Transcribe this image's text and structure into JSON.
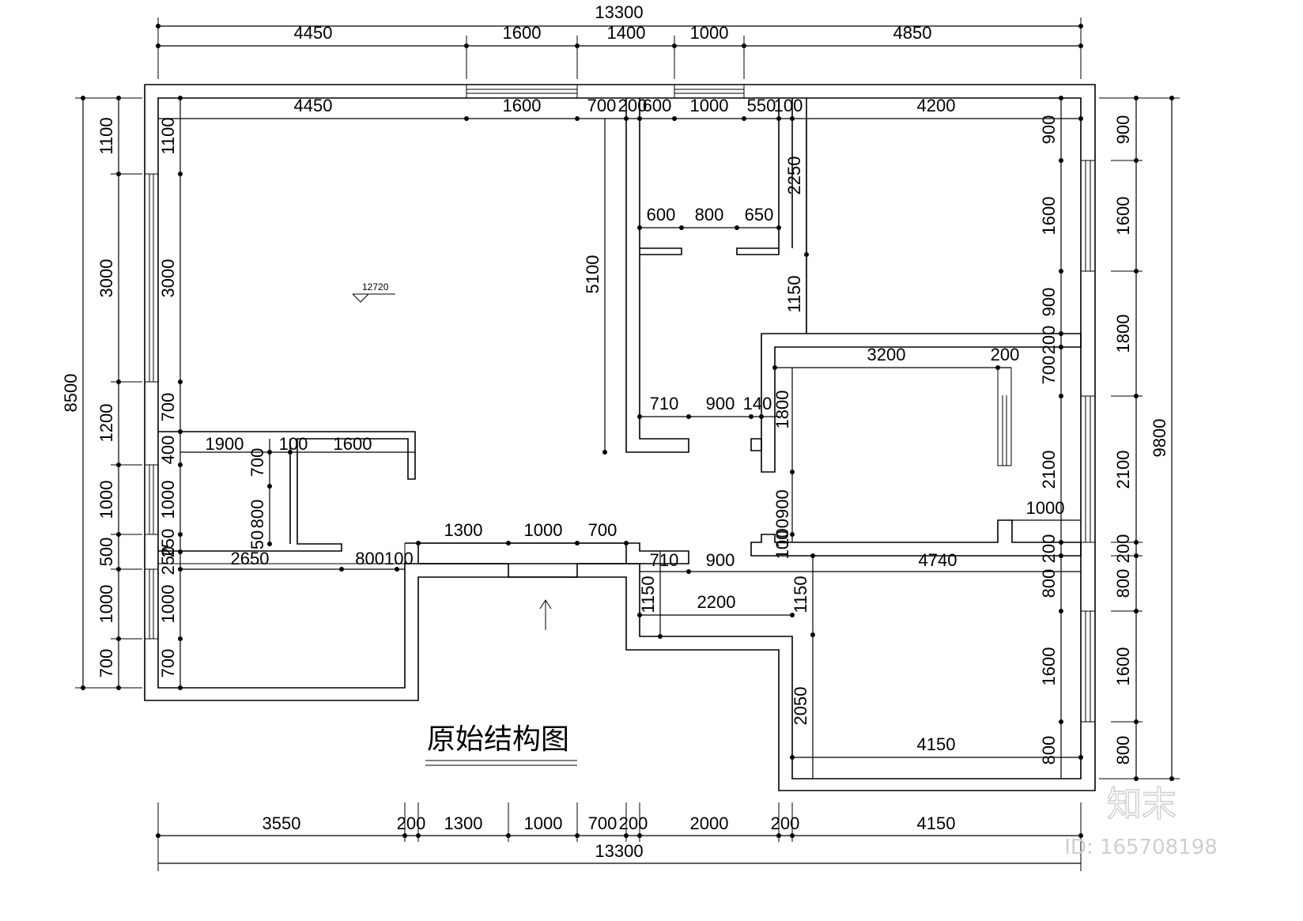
{
  "title": "原始结构图",
  "watermark": {
    "brand": "知末",
    "id": "ID: 165708198"
  },
  "elevation_mark": "12720",
  "dimensions": {
    "top_total": "13300",
    "top_outer": [
      "4450",
      "1600",
      "1400",
      "1000",
      "4850"
    ],
    "top_inner": [
      "4450",
      "1600",
      "700",
      "200",
      "600",
      "1000",
      "550",
      "100",
      "4200"
    ],
    "bottom_total": "13300",
    "bottom": [
      "3550",
      "200",
      "1300",
      "1000",
      "700",
      "200",
      "2000",
      "200",
      "4150"
    ],
    "left_total": "8500",
    "left_outer": [
      "1100",
      "3000",
      "1200",
      "1000",
      "500",
      "1000",
      "700"
    ],
    "left_inner": [
      "1100",
      "3000",
      "700",
      "400",
      "1000",
      "250",
      "250",
      "1000",
      "700"
    ],
    "right_total": "9800",
    "right_outer": [
      "900",
      "1600",
      "1800",
      "2100",
      "200",
      "800",
      "1600",
      "800"
    ],
    "right_inner": [
      "900",
      "1600",
      "900",
      "200",
      "700",
      "2100",
      "200",
      "800",
      "1600",
      "800"
    ],
    "interior": {
      "n5100": "5100",
      "n2250": "2250",
      "n1150a": "1150",
      "n600": "600",
      "n800": "800",
      "n650": "650",
      "n710a": "710",
      "n900a": "900",
      "n140": "140",
      "n1800": "1800",
      "n3200": "3200",
      "n200a": "200",
      "n1900": "1900",
      "n100a": "100",
      "n1600": "1600",
      "n700v": "700",
      "n50": "50",
      "n800v": "800",
      "n1300": "1300",
      "n1000": "1000",
      "n700": "700",
      "n2650": "2650",
      "n800100": "800100",
      "n1000r": "1000",
      "n100900": "100900",
      "n100b": "100",
      "n710b": "710",
      "n900b": "900",
      "n4740": "4740",
      "n1150b": "1150",
      "n2200": "2200",
      "n1150c": "1150",
      "n2050": "2050",
      "n4150": "4150"
    }
  }
}
